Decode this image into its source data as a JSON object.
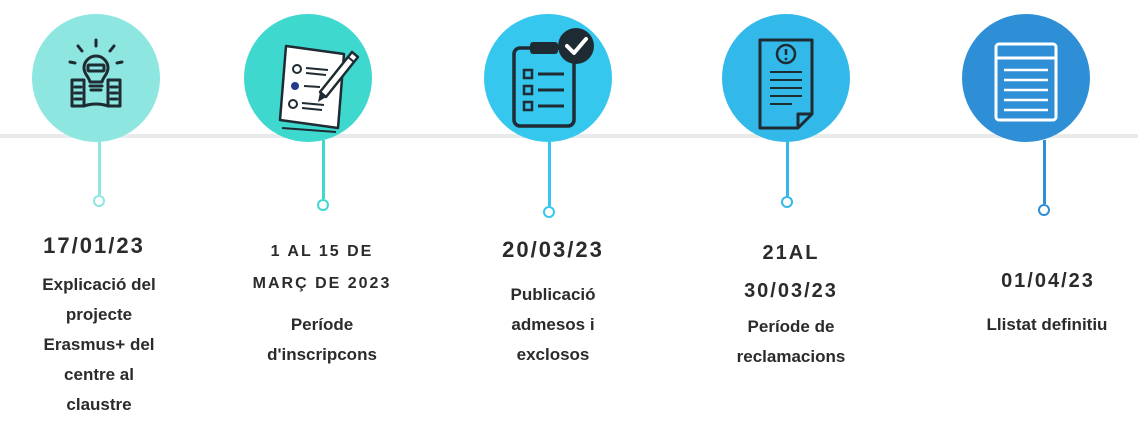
{
  "steps": [
    {
      "date": "17/01/23",
      "desc": [
        "Explicació del",
        "projecte",
        "Erasmus+ del",
        "centre al",
        "claustre"
      ],
      "color": "#8de6e0",
      "icon": "lightbulb-book-icon"
    },
    {
      "date": [
        "1 AL 15 DE",
        "MARÇ DE 2023"
      ],
      "desc": [
        "Període",
        "d'inscripcons"
      ],
      "color": "#3fd8cf",
      "icon": "form-pen-icon"
    },
    {
      "date": "20/03/23",
      "desc": [
        "Publicació",
        "admesos i",
        "exclosos"
      ],
      "color": "#35c7ee",
      "icon": "clipboard-check-icon"
    },
    {
      "date": [
        "21AL",
        "30/03/23"
      ],
      "desc": [
        "Període de",
        "reclamacions"
      ],
      "color": "#33b8ea",
      "icon": "document-alert-icon"
    },
    {
      "date": "01/04/23",
      "desc": [
        "Llistat definitiu"
      ],
      "color": "#2f8fd6",
      "icon": "list-document-icon"
    }
  ]
}
